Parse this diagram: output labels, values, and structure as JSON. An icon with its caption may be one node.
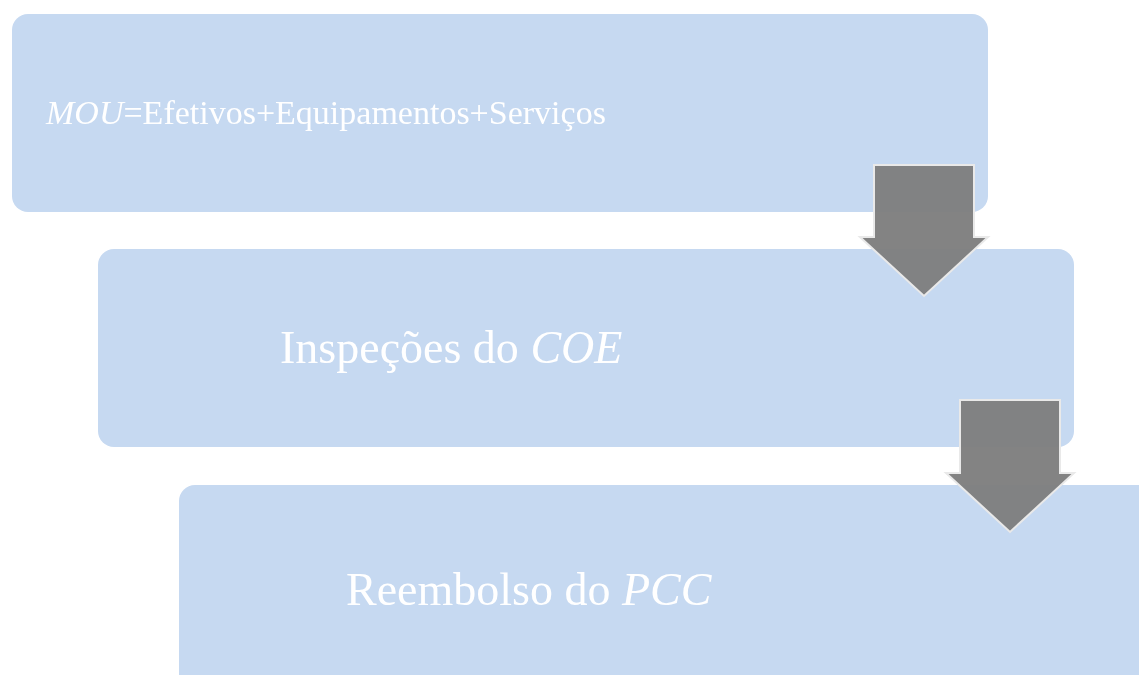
{
  "diagram": {
    "nodes": [
      {
        "text": [
          "*MOU*=Efetivos+Equipamentos+Serviços"
        ]
      },
      {
        "text": [
          "Inspeções do *COE*"
        ]
      },
      {
        "text": [
          "Reembolso do *PCC*"
        ]
      }
    ],
    "edges": [
      {
        "from": 0,
        "to": 1,
        "arrow": "to"
      },
      {
        "from": 1,
        "to": 2,
        "arrow": "to"
      }
    ]
  }
}
